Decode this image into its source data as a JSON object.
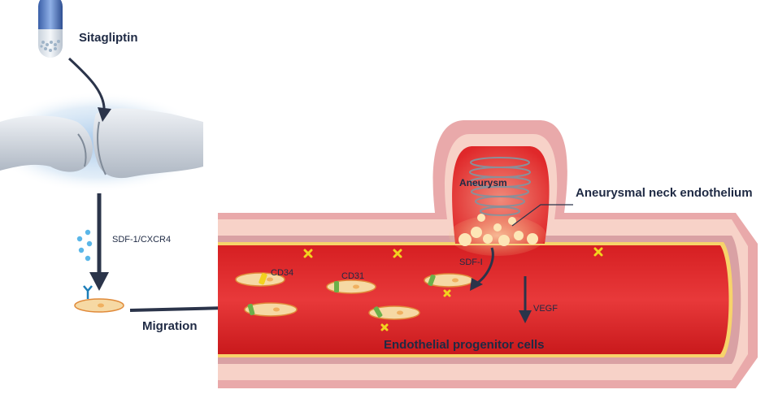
{
  "labels": {
    "drug": "Sitagliptin",
    "signal": "SDF-1/CXCR4",
    "migration": "Migration",
    "cd34": "CD34",
    "cd31": "CD31",
    "aneurysm": "Aneurysm",
    "neck": "Aneurysmal neck endothelium",
    "sdf1": "SDF-I",
    "vegf": "VEGF",
    "epc": "Endothelial progenitor cells"
  },
  "colors": {
    "lumen": "#e0282a",
    "wall_outer": "#e9a9aa",
    "wall_inner": "#f7d2c8",
    "band": "#f7d36b",
    "cell": "#f6d9a4",
    "arrow": "#2b344a",
    "marker": "#f2d21f",
    "receptor": "#6bb04a"
  },
  "icons": [
    "capsule-icon",
    "bone-joint-icon",
    "receptor-icon",
    "coil-icon"
  ]
}
